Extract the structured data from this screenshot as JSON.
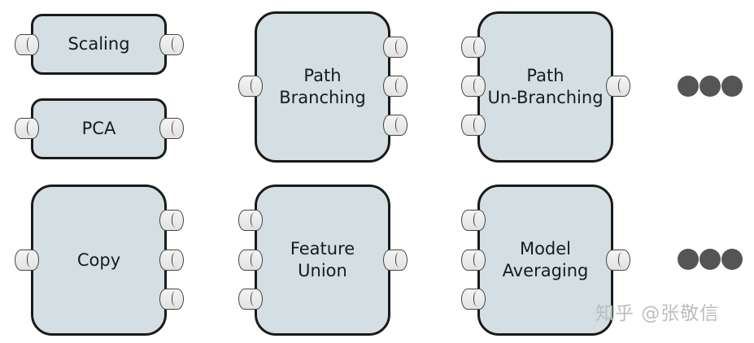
{
  "nodes": {
    "scaling": "Scaling",
    "pca": "PCA",
    "copy": "Copy",
    "path_branching": "Path\nBranching",
    "feature_union": "Feature\nUnion",
    "path_unbranching": "Path\nUn-Branching",
    "model_averaging": "Model\nAveraging"
  },
  "colors": {
    "node_fill": "#d3dfe2",
    "node_border": "#1a1a1a",
    "dots": "#555555"
  },
  "icons": [
    "input-port-icon",
    "output-port-icon",
    "ellipsis-dots-icon"
  ],
  "watermark": "知乎 @张敬信"
}
